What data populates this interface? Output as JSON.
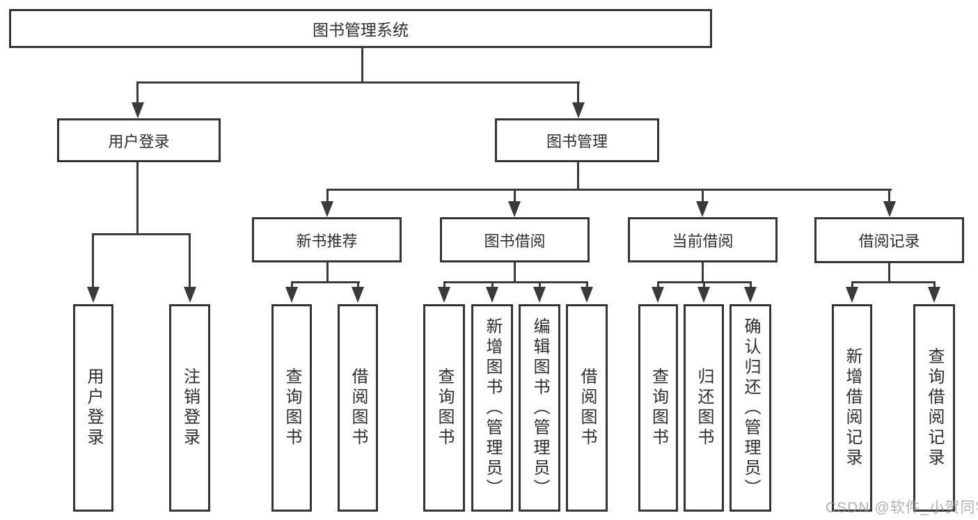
{
  "tree": {
    "root": {
      "label": "图书管理系统"
    },
    "branches": [
      {
        "label": "用户登录",
        "children": [
          {
            "label": "用户登录"
          },
          {
            "label": "注销登录"
          }
        ]
      },
      {
        "label": "图书管理",
        "children": [
          {
            "label": "新书推荐",
            "children": [
              {
                "label": "查询图书"
              },
              {
                "label": "借阅图书"
              }
            ]
          },
          {
            "label": "图书借阅",
            "children": [
              {
                "label": "查询图书"
              },
              {
                "label": "新增图书（管理员）"
              },
              {
                "label": "编辑图书（管理员）"
              },
              {
                "label": "借阅图书"
              }
            ]
          },
          {
            "label": "当前借阅",
            "children": [
              {
                "label": "查询图书"
              },
              {
                "label": "归还图书"
              },
              {
                "label": "确认归还（管理员）"
              }
            ]
          },
          {
            "label": "借阅记录",
            "children": [
              {
                "label": "新增借阅记录"
              },
              {
                "label": "查询借阅记录"
              }
            ]
          }
        ]
      }
    ]
  },
  "watermark": {
    "text": "CSDN @软件_小贺同学"
  },
  "colors": {
    "line": "#3a3a3a",
    "box_border": "#333333",
    "box_background": "#ffffff",
    "text": "#2d2d2d",
    "watermark": "#969696"
  }
}
